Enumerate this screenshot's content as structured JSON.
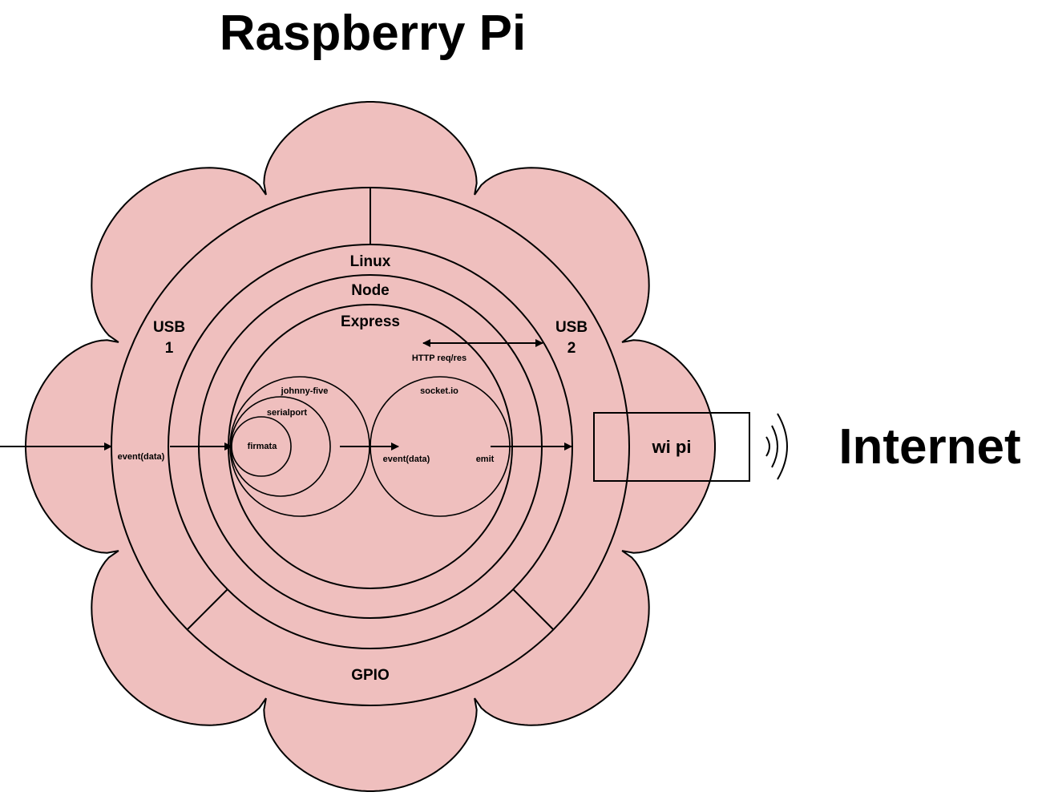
{
  "title": "Raspberry Pi",
  "external_label": "Internet",
  "colors": {
    "cloud_fill": "#efbfbe",
    "stroke": "#000000",
    "background": "#ffffff"
  },
  "ports": {
    "usb1_line1": "USB",
    "usb1_line2": "1",
    "usb2_line1": "USB",
    "usb2_line2": "2",
    "gpio": "GPIO"
  },
  "layers": {
    "linux": "Linux",
    "node": "Node",
    "express": "Express"
  },
  "modules": {
    "johnny_five": "johnny-five",
    "serialport": "serialport",
    "firmata": "firmata",
    "socketio": "socket.io"
  },
  "flow_labels": {
    "usb_event": "event(data)",
    "socket_event": "event(data)",
    "emit": "emit",
    "http": "HTTP req/res"
  },
  "device": {
    "label": "wi pi"
  },
  "icons": {
    "wifi": "wifi-signal-icon"
  }
}
